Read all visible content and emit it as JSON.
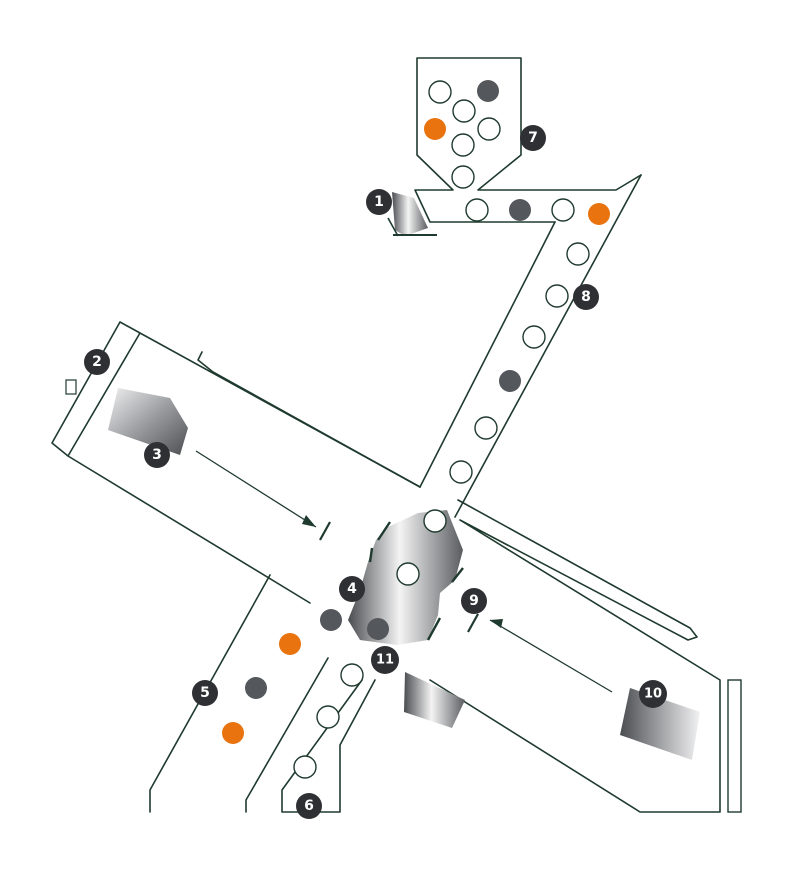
{
  "colors": {
    "outline": "#1f3a2e",
    "ball_white": "#ffffff",
    "ball_dark": "#54575c",
    "ball_orange": "#e8730f",
    "badge": "#2f3033"
  },
  "labels": {
    "l1": "1",
    "l2": "2",
    "l3": "3",
    "l4": "4",
    "l5": "5",
    "l6": "6",
    "l7": "7",
    "l8": "8",
    "l9": "9",
    "l10": "10",
    "l11": "11"
  },
  "balls": {
    "hopper": [
      "white",
      "dark",
      "white",
      "orange",
      "white",
      "white",
      "white"
    ],
    "top_row": [
      "white",
      "dark",
      "white",
      "orange"
    ],
    "incline": [
      "white",
      "white",
      "white",
      "dark",
      "white",
      "white"
    ],
    "center": [
      "white",
      "white",
      "dark",
      "dark"
    ],
    "lower_left": [
      "orange",
      "dark",
      "orange"
    ],
    "lower_right": [
      "white",
      "white",
      "white"
    ]
  }
}
